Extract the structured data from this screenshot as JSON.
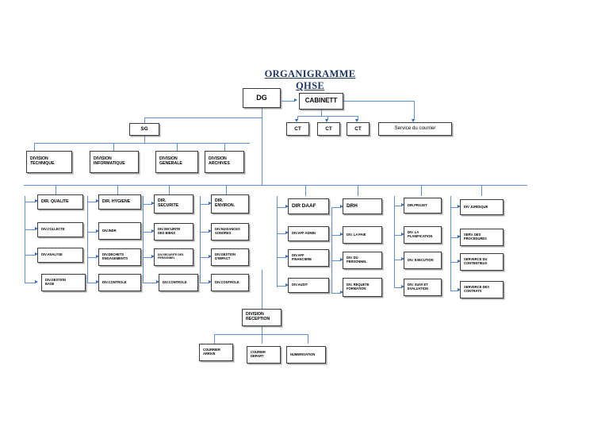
{
  "document": {
    "title": "ORGANIGRAMME QHSE",
    "background_color": "#ffffff",
    "title_color": "#1F3864",
    "connector_color": "#5B8FD4",
    "box_border_color": "#3b3b3b"
  },
  "chart_data": {
    "type": "diagram",
    "diagram_type": "organizational-chart",
    "title": "ORGANIGRAMME QHSE",
    "language": "fr"
  },
  "nodes": {
    "dg": "DG",
    "cabinett": "CABINETT",
    "ct1": "CT",
    "ct2": "CT",
    "ct3": "CT",
    "service_courrier": "Service du courrier",
    "sg": "SG",
    "division_technique": "DIVISION\nTECHNIQUE",
    "division_informatique": "DIVISION\nINFORMATIQUE",
    "division_generale": "DIVISION\nGENERALE",
    "division_archives": "DIVISION\nARCHIVES",
    "division_reception": "DIVISION\nRECEPTION",
    "courrier_arrive": "COURRIER\nARRIVE",
    "courier_depart": "COURIER\nDEPART",
    "numerisation": "NUMERISATION"
  },
  "columns": [
    {
      "id": "qualite",
      "head": "DIR. QUALITE",
      "items": [
        "DIV.COLLECTE",
        "DIV.ANALYSE",
        "DIV.GESTION\nBASE"
      ]
    },
    {
      "id": "hygiene",
      "head": "DIR. HYGIENE",
      "items": [
        "DIV.INDR",
        "DIV.DECHETS\nENGAGEMENTS",
        "DIV.CONTROLE"
      ]
    },
    {
      "id": "securite",
      "head": "DIR.\nSECURITE",
      "items": [
        "DIV.SECURITE\nDES BIENS",
        "DIV.SECURITE DES\nPERSONNEL",
        "DIV.CONTROLE"
      ]
    },
    {
      "id": "environ",
      "head": "DIR.\nENVIRON.",
      "items": [
        "DIV.NUISANCES\nSONORES",
        "DIV.GESTION\nD'IMPACT",
        "DIV.CONTROLE"
      ]
    },
    {
      "id": "daaf",
      "head": "DIR DAAF",
      "items": [
        "DIV.AFF ADMIN",
        "DIV.AFF\nFINANCIERE",
        "DIV.AUDIT"
      ]
    },
    {
      "id": "drh",
      "head": "DRH",
      "items": [
        "DIV. LA PAIE",
        "DIV. DU\nPERSONNEL",
        "DIV. REQUETE\nFORMATION"
      ]
    },
    {
      "id": "projet",
      "head": "DIR.PROJET",
      "items": [
        "DIV. LA\nPLANIFICATION",
        "DIV. EXECUTION",
        "DIV. SUIVI ET\nEVALUATION"
      ]
    },
    {
      "id": "juridique",
      "head": "DIV JURIDIQUE",
      "items": [
        "SERV. DES\nPROCEDURES",
        "SERVERCE DU\nCONTENTIEUX",
        "SERVERCE DES\nCONTRATS"
      ]
    }
  ]
}
